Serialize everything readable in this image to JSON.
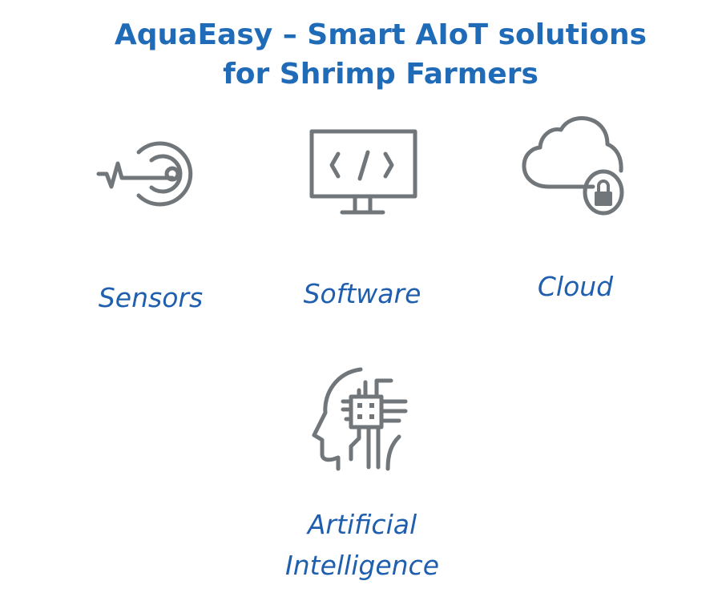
{
  "title": {
    "line1": "AquaEasy – Smart AIoT solutions",
    "line2": "for Shrimp Farmers"
  },
  "items": [
    {
      "label": "Sensors",
      "icon": "sensor-target-icon"
    },
    {
      "label": "Software",
      "icon": "monitor-code-icon"
    },
    {
      "label": "Cloud",
      "icon": "cloud-lock-icon"
    },
    {
      "label_line1": "Artificial",
      "label_line2": "Intelligence",
      "icon": "ai-head-chip-icon"
    }
  ],
  "colors": {
    "title": "#1f6bb8",
    "icon": "#71767a"
  }
}
